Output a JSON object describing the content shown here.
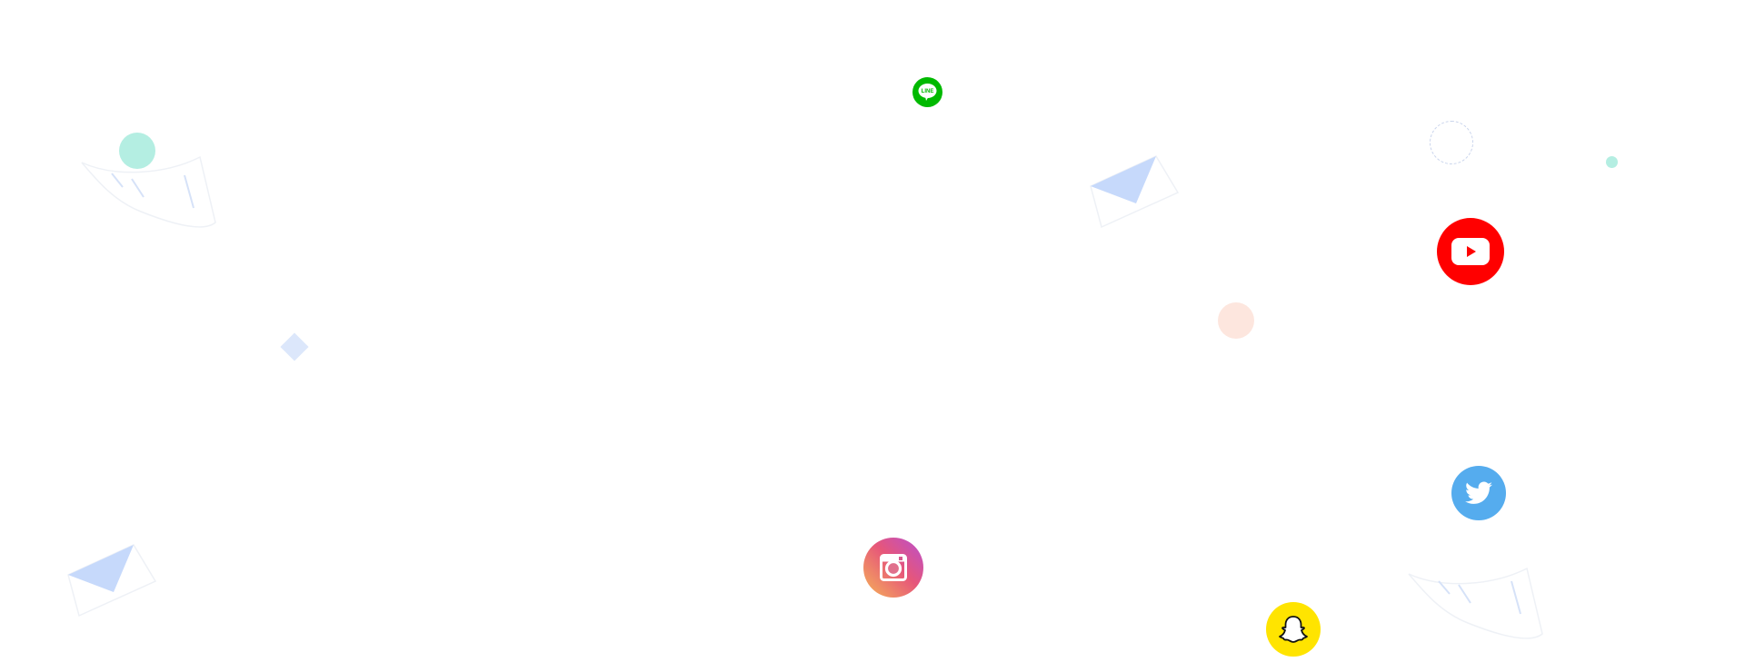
{
  "scene": {
    "background_color": "#ffffff",
    "decorations": [
      {
        "name": "mint-dot",
        "color": "#b4eee2"
      },
      {
        "name": "mint-small-dot",
        "color": "#b4eee2"
      },
      {
        "name": "peach-dot",
        "color": "#fde6de"
      },
      {
        "name": "dashed-ring",
        "color": "#c9d4ec"
      },
      {
        "name": "diamond",
        "color": "#dce7fb"
      },
      {
        "name": "paper-plane",
        "color": "#c6d9fb"
      }
    ]
  },
  "social_icons": {
    "line": {
      "icon": "line-icon",
      "label": "LINE",
      "color": "#00b900"
    },
    "youtube": {
      "icon": "youtube-icon",
      "color": "#ff0000"
    },
    "twitter": {
      "icon": "twitter-icon",
      "color": "#55acee"
    },
    "instagram": {
      "icon": "instagram-icon",
      "gradient": [
        "#b94fd0",
        "#e6567a",
        "#f3a35d"
      ]
    },
    "snapchat": {
      "icon": "snapchat-icon",
      "color": "#fffc00"
    }
  }
}
